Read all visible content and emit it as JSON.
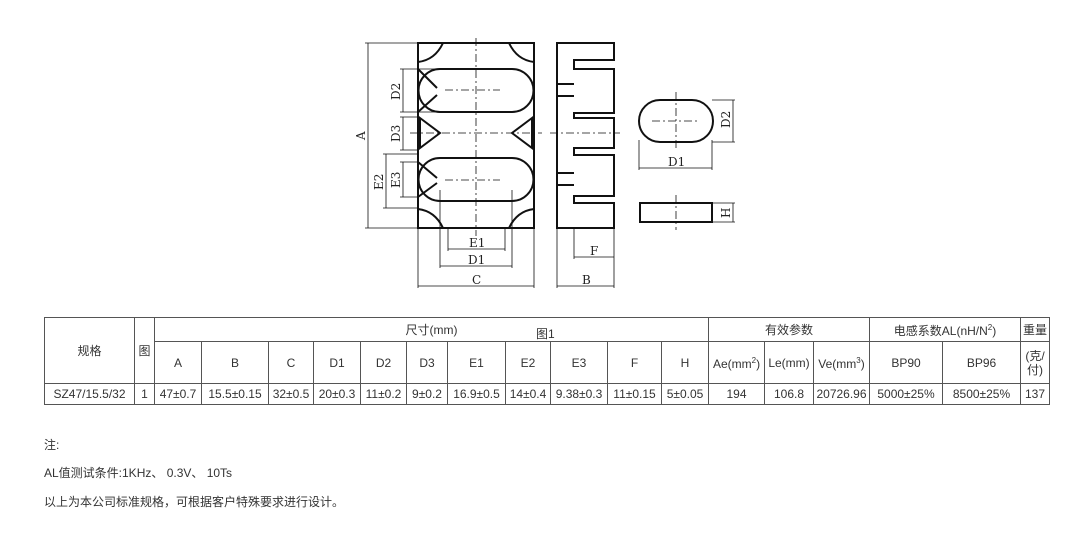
{
  "figure": {
    "caption": "图1",
    "labels": {
      "A": "A",
      "B": "B",
      "C": "C",
      "D1": "D1",
      "D2": "D2",
      "D3": "D3",
      "E1": "E1",
      "E2": "E2",
      "E3": "E3",
      "F": "F",
      "H": "H"
    }
  },
  "table": {
    "headers": {
      "spec": "规格",
      "fig": "图",
      "dims": "尺寸(mm)",
      "effective": "有效参数",
      "al": "电感系数AL(nH/N",
      "al_sup": "2",
      "al_end": ")",
      "weight": "重量",
      "weight_unit": "(克/付)"
    },
    "subheaders": [
      "A",
      "B",
      "C",
      "D1",
      "D2",
      "D3",
      "E1",
      "E2",
      "E3",
      "F",
      "H"
    ],
    "eff": {
      "ae": "Ae(mm",
      "ae_sup": "2",
      "le": "Le(mm)",
      "ve": "Ve(mm",
      "ve_sup": "3"
    },
    "al_cols": [
      "BP90",
      "BP96"
    ],
    "row": {
      "spec": "SZ47/15.5/32",
      "fig": "1",
      "dims": [
        "47±0.7",
        "15.5±0.15",
        "32±0.5",
        "20±0.3",
        "11±0.2",
        "9±0.2",
        "16.9±0.5",
        "14±0.4",
        "9.38±0.3",
        "11±0.15",
        "5±0.05"
      ],
      "ae": "194",
      "le": "106.8",
      "ve": "20726.96",
      "bp90": "5000±25%",
      "bp96": "8500±25%",
      "weight": "137"
    }
  },
  "notes": [
    "注:",
    "AL值测试条件:1KHz、 0.3V、 10Ts",
    "以上为本公司标准规格，可根据客户特殊要求进行设计。"
  ]
}
